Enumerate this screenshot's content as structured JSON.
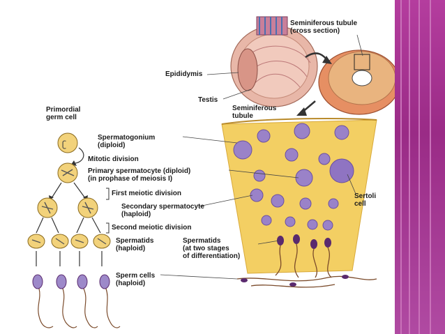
{
  "labels": {
    "seminiferous_tubule_cross": "Seminiferous tubule\n(cross section)",
    "epididymis": "Epididymis",
    "testis": "Testis",
    "seminiferous_tubule": "Seminiferous\ntubule",
    "primordial_germ_cell": "Primordial\ngerm cell",
    "spermatogonium": "Spermatogonium\n(diploid)",
    "mitotic_division": "Mitotic division",
    "primary_spermatocyte": "Primary spermatocyte (diploid)\n(in prophase of meiosis I)",
    "first_meiotic_division": "First meiotic division",
    "secondary_spermatocyte": "Secondary spermatocyte\n(haploid)",
    "second_meiotic_division": "Second meiotic division",
    "spermatids_haploid": "Spermatids\n(haploid)",
    "spermatids_stages": "Spermatids\n(at two stages\nof differentiation)",
    "sertoli_cell": "Sertoli\ncell",
    "sperm_cells": "Sperm cells\n(haploid)"
  },
  "colors": {
    "panel": "#a8348f",
    "tissue": "#f4d36a",
    "cell_nucleus": "#8b6fc0",
    "testis": "#e9b3a3",
    "sperm_head": "#5a2a6e"
  }
}
